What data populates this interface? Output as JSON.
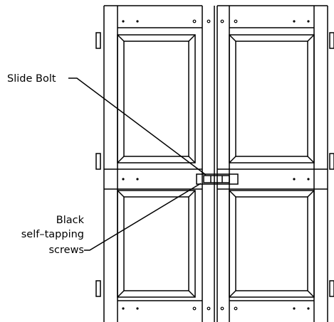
{
  "labels": {
    "slide_bolt": "Slide Bolt",
    "screws_line1": "Black",
    "screws_line2": "self–tapping",
    "screws_line3": "screws"
  },
  "colors": {
    "line": "#000000",
    "background": "#ffffff"
  }
}
